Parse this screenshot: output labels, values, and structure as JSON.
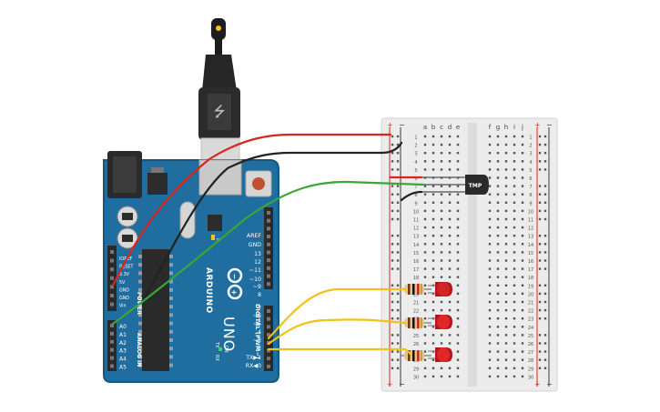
{
  "arduino": {
    "brand": "ARDUINO",
    "model": "UNO",
    "power_header_label": "POWER",
    "analog_header_label": "ANALOG IN",
    "digital_header_label": "DIGITAL (PWM~)",
    "tx_label": "TX",
    "rx_label": "RX",
    "on_label": "ON",
    "digital_pins": [
      "AREF",
      "GND",
      "13",
      "12",
      "~11",
      "~10",
      "~9",
      "8",
      "7",
      "~6",
      "~5",
      "4",
      "~3",
      "2",
      "TX▶1",
      "RX◀0"
    ],
    "power_pins": [
      "IOREF",
      "RESET",
      "3.3V",
      "5V",
      "GND",
      "GND",
      "Vin"
    ],
    "analog_pins": [
      "A0",
      "A1",
      "A2",
      "A3",
      "A4",
      "A5"
    ],
    "led_labels": [
      "L"
    ]
  },
  "breadboard": {
    "column_letters_left": [
      "a",
      "b",
      "c",
      "d",
      "e"
    ],
    "column_letters_right": [
      "f",
      "g",
      "h",
      "i",
      "j"
    ],
    "row_numbers": [
      "1",
      "2",
      "3",
      "4",
      "5",
      "6",
      "7",
      "8",
      "9",
      "10",
      "11",
      "12",
      "13",
      "14",
      "15",
      "16",
      "17",
      "18",
      "19",
      "20",
      "21",
      "22",
      "23",
      "24",
      "25",
      "26",
      "27",
      "28",
      "29",
      "30"
    ],
    "rail_plus": "+",
    "rail_minus": "−"
  },
  "sensor": {
    "label": "TMP"
  },
  "colors": {
    "board_blue": "#1f6e9f",
    "board_edge": "#17577d",
    "wire_red": "#d8261f",
    "wire_black": "#222222",
    "wire_green": "#3aa635",
    "wire_yellow": "#f2c218",
    "led_red": "#cc1f1f",
    "breadboard": "#ececec"
  }
}
